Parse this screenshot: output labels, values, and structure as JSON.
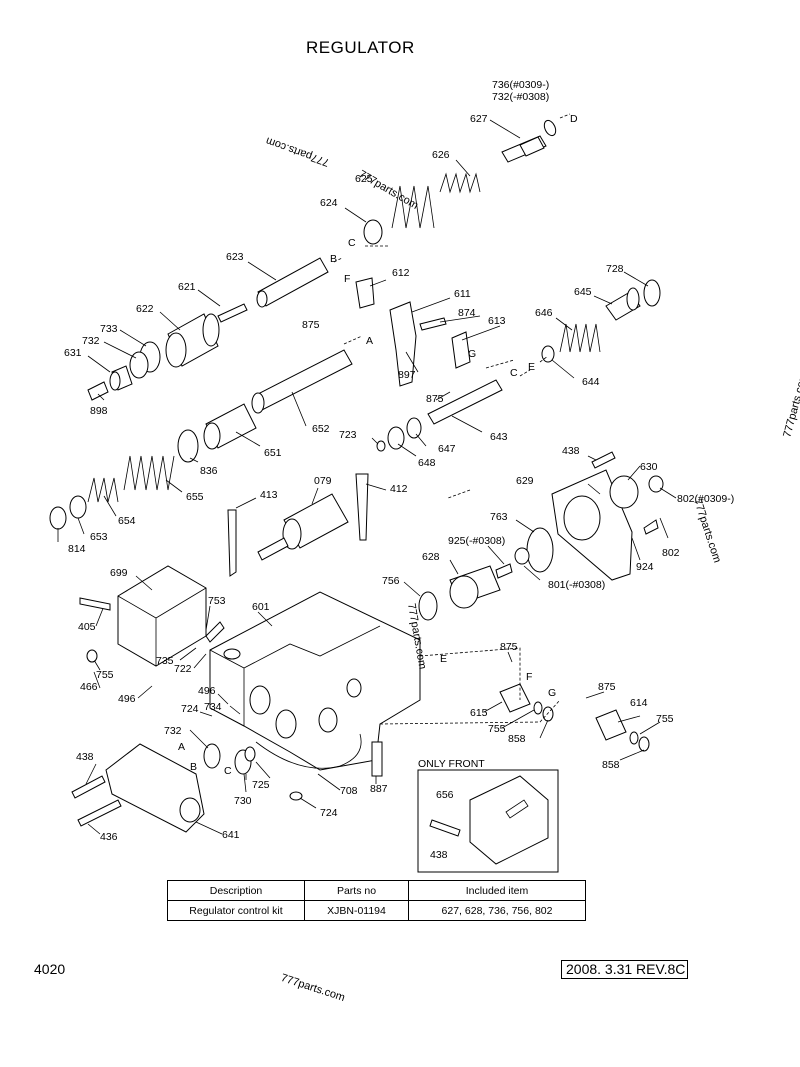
{
  "title": "REGULATOR",
  "watermark": "777parts.com",
  "callouts": [
    {
      "id": "736",
      "text": "736(#0309-)"
    },
    {
      "id": "732b",
      "text": "732(-#0308)"
    },
    {
      "id": "627",
      "text": "627"
    },
    {
      "id": "626",
      "text": "626"
    },
    {
      "id": "625",
      "text": "625"
    },
    {
      "id": "624",
      "text": "624"
    },
    {
      "id": "623",
      "text": "623"
    },
    {
      "id": "621",
      "text": "621"
    },
    {
      "id": "622",
      "text": "622"
    },
    {
      "id": "733",
      "text": "733"
    },
    {
      "id": "732a",
      "text": "732"
    },
    {
      "id": "631",
      "text": "631"
    },
    {
      "id": "898",
      "text": "898"
    },
    {
      "id": "612",
      "text": "612"
    },
    {
      "id": "611",
      "text": "611"
    },
    {
      "id": "875a",
      "text": "875"
    },
    {
      "id": "874",
      "text": "874"
    },
    {
      "id": "613",
      "text": "613"
    },
    {
      "id": "897",
      "text": "897"
    },
    {
      "id": "875b",
      "text": "875"
    },
    {
      "id": "728",
      "text": "728"
    },
    {
      "id": "645",
      "text": "645"
    },
    {
      "id": "646",
      "text": "646"
    },
    {
      "id": "644",
      "text": "644"
    },
    {
      "id": "652",
      "text": "652"
    },
    {
      "id": "651",
      "text": "651"
    },
    {
      "id": "723",
      "text": "723"
    },
    {
      "id": "648",
      "text": "648"
    },
    {
      "id": "647",
      "text": "647"
    },
    {
      "id": "643",
      "text": "643"
    },
    {
      "id": "836",
      "text": "836"
    },
    {
      "id": "655",
      "text": "655"
    },
    {
      "id": "654",
      "text": "654"
    },
    {
      "id": "653",
      "text": "653"
    },
    {
      "id": "814",
      "text": "814"
    },
    {
      "id": "438a",
      "text": "438"
    },
    {
      "id": "630",
      "text": "630"
    },
    {
      "id": "629",
      "text": "629"
    },
    {
      "id": "802a",
      "text": "802(#0309-)"
    },
    {
      "id": "413",
      "text": "413"
    },
    {
      "id": "079",
      "text": "079"
    },
    {
      "id": "412",
      "text": "412"
    },
    {
      "id": "763",
      "text": "763"
    },
    {
      "id": "925",
      "text": "925(-#0308)"
    },
    {
      "id": "802b",
      "text": "802"
    },
    {
      "id": "924",
      "text": "924"
    },
    {
      "id": "628",
      "text": "628"
    },
    {
      "id": "801",
      "text": "801(-#0308)"
    },
    {
      "id": "699",
      "text": "699"
    },
    {
      "id": "756",
      "text": "756"
    },
    {
      "id": "753",
      "text": "753"
    },
    {
      "id": "601",
      "text": "601"
    },
    {
      "id": "405",
      "text": "405"
    },
    {
      "id": "735",
      "text": "735"
    },
    {
      "id": "722",
      "text": "722"
    },
    {
      "id": "755a",
      "text": "755"
    },
    {
      "id": "466",
      "text": "466"
    },
    {
      "id": "496a",
      "text": "496"
    },
    {
      "id": "496b",
      "text": "496"
    },
    {
      "id": "724a",
      "text": "724"
    },
    {
      "id": "734",
      "text": "734"
    },
    {
      "id": "875c",
      "text": "875"
    },
    {
      "id": "615",
      "text": "615"
    },
    {
      "id": "755b",
      "text": "755"
    },
    {
      "id": "858a",
      "text": "858"
    },
    {
      "id": "875d",
      "text": "875"
    },
    {
      "id": "614",
      "text": "614"
    },
    {
      "id": "755c",
      "text": "755"
    },
    {
      "id": "858b",
      "text": "858"
    },
    {
      "id": "732c",
      "text": "732"
    },
    {
      "id": "438b",
      "text": "438"
    },
    {
      "id": "725",
      "text": "725"
    },
    {
      "id": "730",
      "text": "730"
    },
    {
      "id": "708",
      "text": "708"
    },
    {
      "id": "887",
      "text": "887"
    },
    {
      "id": "724b",
      "text": "724"
    },
    {
      "id": "436",
      "text": "436"
    },
    {
      "id": "641",
      "text": "641"
    },
    {
      "id": "656",
      "text": "656"
    },
    {
      "id": "438c",
      "text": "438"
    }
  ],
  "letters": [
    "A",
    "B",
    "C",
    "D",
    "E",
    "F",
    "G"
  ],
  "inset_label": "ONLY FRONT",
  "table": {
    "headers": [
      "Description",
      "Parts no",
      "Included item"
    ],
    "rows": [
      [
        "Regulator control  kit",
        "XJBN-01194",
        "627, 628, 736, 756, 802"
      ]
    ]
  },
  "page_number": "4020",
  "revision": "2008. 3.31  REV.8C"
}
